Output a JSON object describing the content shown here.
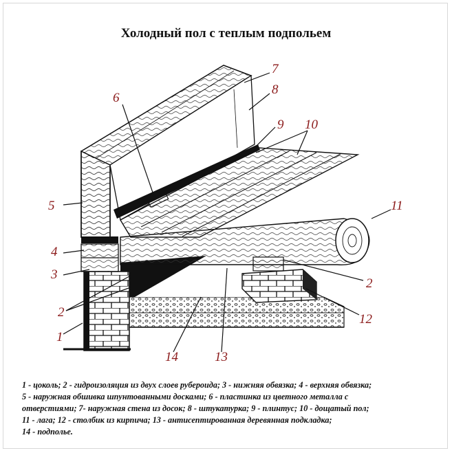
{
  "title": "Холодный пол с теплым подпольем",
  "callouts": [
    "7",
    "8",
    "6",
    "9",
    "10",
    "5",
    "11",
    "4",
    "3",
    "2",
    "2",
    "12",
    "1",
    "14",
    "13"
  ],
  "legend_lines": [
    "1 - цоколь; 2 - гидроизоляция из двух слоев рубероида; 3 - нижняя обвязка; 4 - верхняя обвязка;",
    "5 - наружная обшивка шпунтованными досками; 6 - пластинка из цветного металла с",
    "отверстиями; 7- наружная стена из досок; 8 - штукатурка; 9 - плинтус; 10 - дощатый пол;",
    "11 - лага; 12 - столбик из кирпича; 13 - антисептированная деревянная подкладка;",
    "14 - подполье."
  ]
}
